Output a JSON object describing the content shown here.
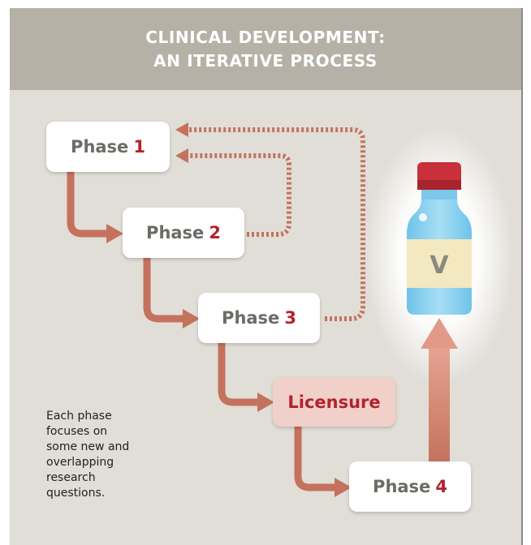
{
  "header": {
    "title_line1": "CLINICAL DEVELOPMENT:",
    "title_line2": "AN ITERATIVE PROCESS"
  },
  "phases": [
    {
      "label": "Phase",
      "number": "1"
    },
    {
      "label": "Phase",
      "number": "2"
    },
    {
      "label": "Phase",
      "number": "3"
    },
    {
      "label": "Licensure",
      "number": ""
    },
    {
      "label": "Phase",
      "number": "4"
    }
  ],
  "vial": {
    "label": "V"
  },
  "caption_lines": [
    "Each phase",
    "focuses on",
    "some new and",
    "overlapping",
    "research",
    "questions."
  ],
  "colors": {
    "background": "#e0ded7",
    "header": "#b5b1a6",
    "arrow": "#c4725e",
    "accent_number": "#b3232b",
    "licensure_fill": "#f0d0c9",
    "vial_cap": "#c9303a",
    "vial_body": "#8fd1ee",
    "vial_label": "#f3e8bf"
  },
  "icons": [
    "vaccine-vial-icon"
  ]
}
